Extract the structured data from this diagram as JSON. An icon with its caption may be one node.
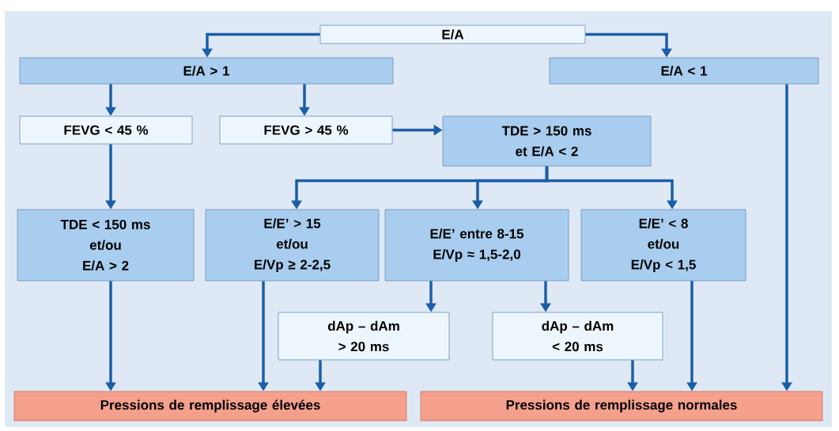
{
  "diagram": {
    "nodes": [
      {
        "text": [
          "E/A"
        ]
      },
      {
        "text": [
          "E/A > 1"
        ]
      },
      {
        "text": [
          "E/A < 1"
        ]
      },
      {
        "text": [
          "FEVG < 45 %"
        ]
      },
      {
        "text": [
          "FEVG > 45 %"
        ]
      },
      {
        "text": [
          "TDE > 150 ms et E/A < 2"
        ]
      },
      {
        "text": [
          "TDE < 150 ms et/ou E/A > 2"
        ]
      },
      {
        "text": [
          "E/E’ > 15 et/ou E/Vp ≥ 2-2,5"
        ]
      },
      {
        "text": [
          "E/E’ entre 8-15 E/Vp ≈ 1,5-2,0"
        ]
      },
      {
        "text": [
          "E/E’ < 8 et/ou E/Vp < 1,5"
        ]
      },
      {
        "text": [
          "dAp – dAm > 20 ms"
        ]
      },
      {
        "text": [
          "dAp – dAm < 20 ms"
        ]
      },
      {
        "text": [
          "Pressions de remplissage élevées"
        ]
      },
      {
        "text": [
          "Pressions de remplissage normales"
        ]
      }
    ],
    "edges": [
      {
        "from": 0,
        "to": 1,
        "arrow": "to"
      },
      {
        "from": 0,
        "to": 2,
        "arrow": "to"
      },
      {
        "from": 1,
        "to": 3,
        "arrow": "to"
      },
      {
        "from": 1,
        "to": 4,
        "arrow": "to"
      },
      {
        "from": 3,
        "to": 6,
        "arrow": "to"
      },
      {
        "from": 4,
        "to": 5,
        "arrow": "to"
      },
      {
        "from": 5,
        "to": 7,
        "arrow": "to"
      },
      {
        "from": 5,
        "to": 8,
        "arrow": "to"
      },
      {
        "from": 5,
        "to": 9,
        "arrow": "to"
      },
      {
        "from": 6,
        "to": 12,
        "arrow": "to"
      },
      {
        "from": 7,
        "to": 12,
        "arrow": "to"
      },
      {
        "from": 8,
        "to": 10,
        "arrow": "to"
      },
      {
        "from": 8,
        "to": 11,
        "arrow": "to"
      },
      {
        "from": 10,
        "to": 12,
        "arrow": "to"
      },
      {
        "from": 11,
        "to": 13,
        "arrow": "to"
      },
      {
        "from": 9,
        "to": 13,
        "arrow": "to"
      },
      {
        "from": 2,
        "to": 13,
        "arrow": "to"
      }
    ]
  }
}
